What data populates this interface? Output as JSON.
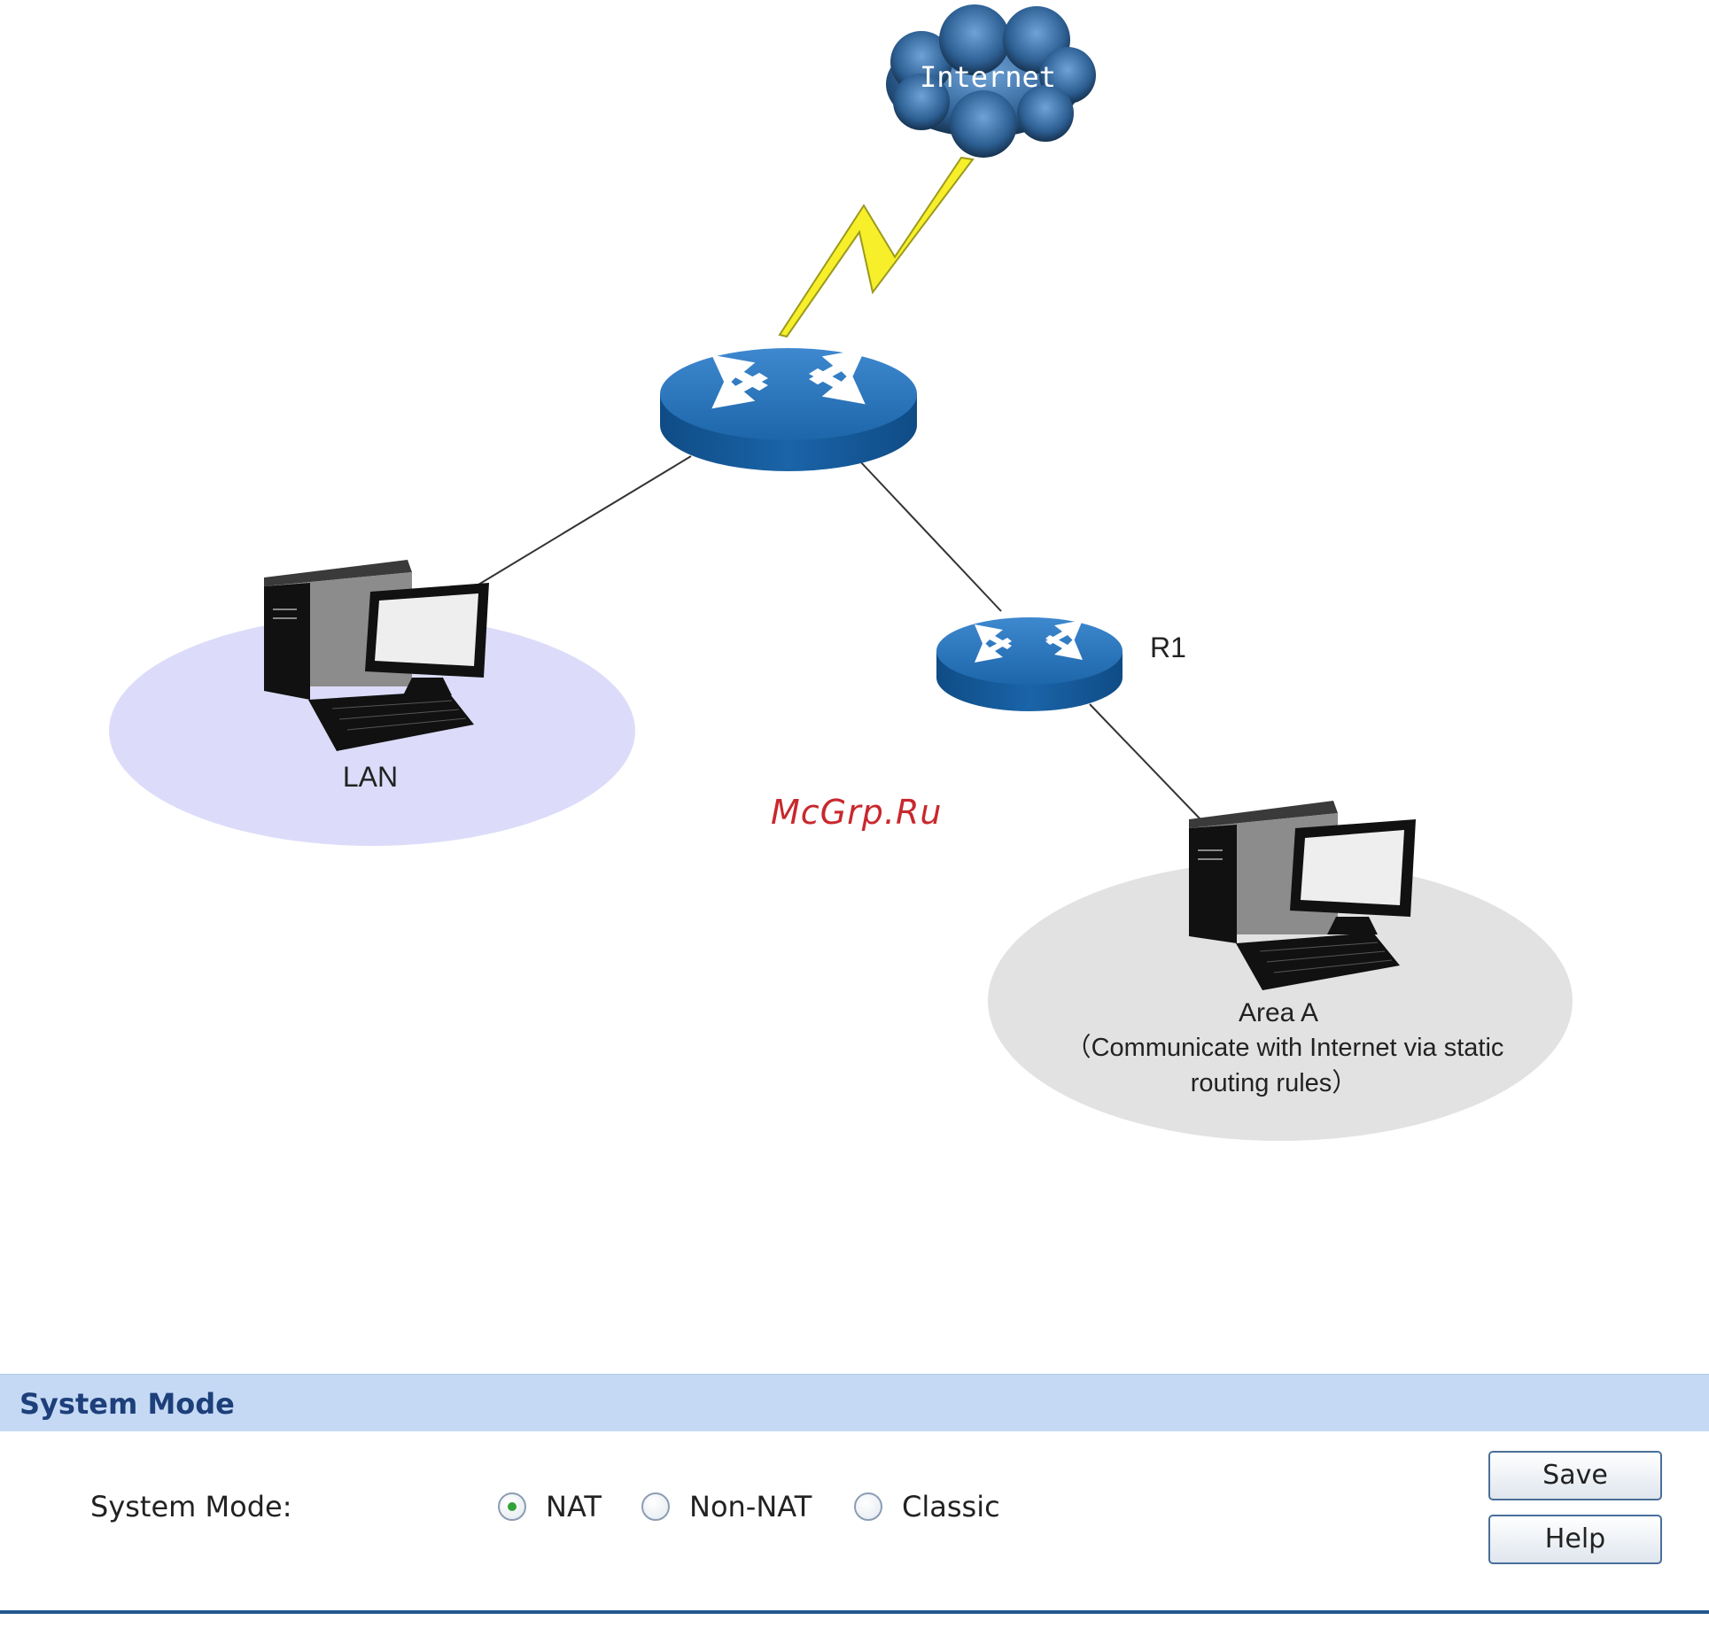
{
  "diagram": {
    "internet_label": "Internet",
    "r1_label": "R1",
    "lan_label": "LAN",
    "area_title": "Area A",
    "area_line1": "（Communicate with Internet via static",
    "area_line2": "routing rules）",
    "watermark": "McGrp.Ru"
  },
  "panel": {
    "title": "System Mode",
    "field_label": "System Mode:",
    "options": [
      {
        "label": "NAT",
        "selected": true
      },
      {
        "label": "Non-NAT",
        "selected": false
      },
      {
        "label": "Classic",
        "selected": false
      }
    ],
    "save_label": "Save",
    "help_label": "Help"
  },
  "colors": {
    "router_blue": "#1f6fb5",
    "lan_area": "#dcdcfa",
    "area_a": "#e2e2e2",
    "header_bg": "#c5d9f5",
    "header_text": "#1d3f7a",
    "radio_selected": "#2fa33a"
  }
}
